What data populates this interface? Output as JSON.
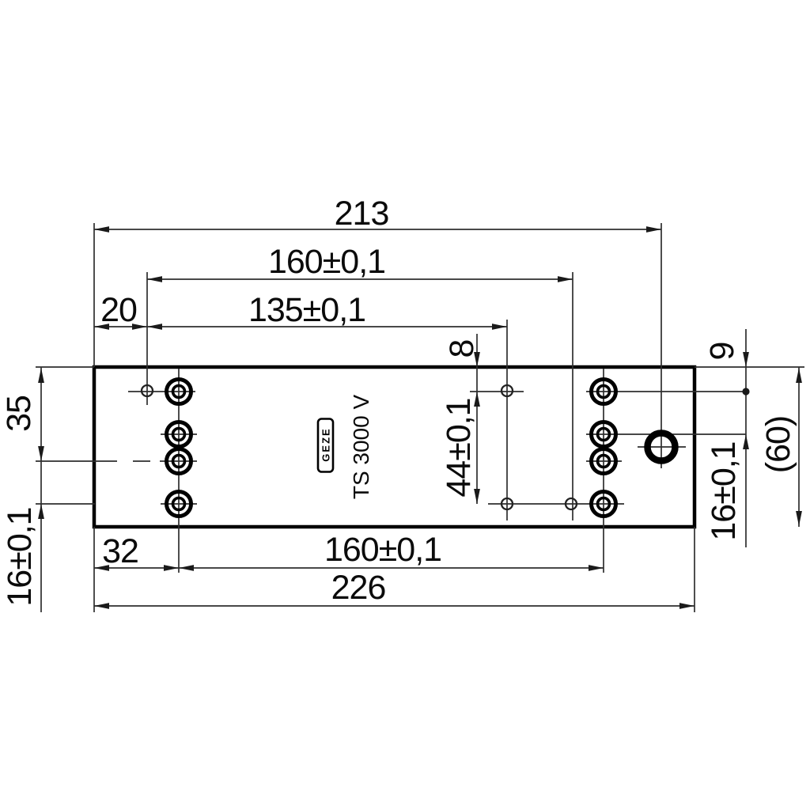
{
  "drawing": {
    "type": "door-closer mounting plate drilling template",
    "plate": {
      "model": "TS 3000 V",
      "brand": "GEZE"
    },
    "dims": {
      "top_overall": "213",
      "top_hole_span": "160±0,1",
      "top_left_offset": "20",
      "top_mid_span": "135±0,1",
      "edge_to_mid_holes": "8",
      "edge_to_right_holes": "9",
      "mid_vertical_span": "44±0,1",
      "right_hole_pitch": "16±0,1",
      "left_edge_to_row3": "35",
      "left_hole_pitch": "16±0,1",
      "overall_height": "(60)",
      "bottom_left_offset": "32",
      "bottom_hole_span": "160±0,1",
      "bottom_overall": "226"
    },
    "colors": {
      "background": "#ffffff",
      "thin_line": "#2e2e2e",
      "heavy_line": "#000000",
      "text": "#0b0b0b"
    }
  }
}
